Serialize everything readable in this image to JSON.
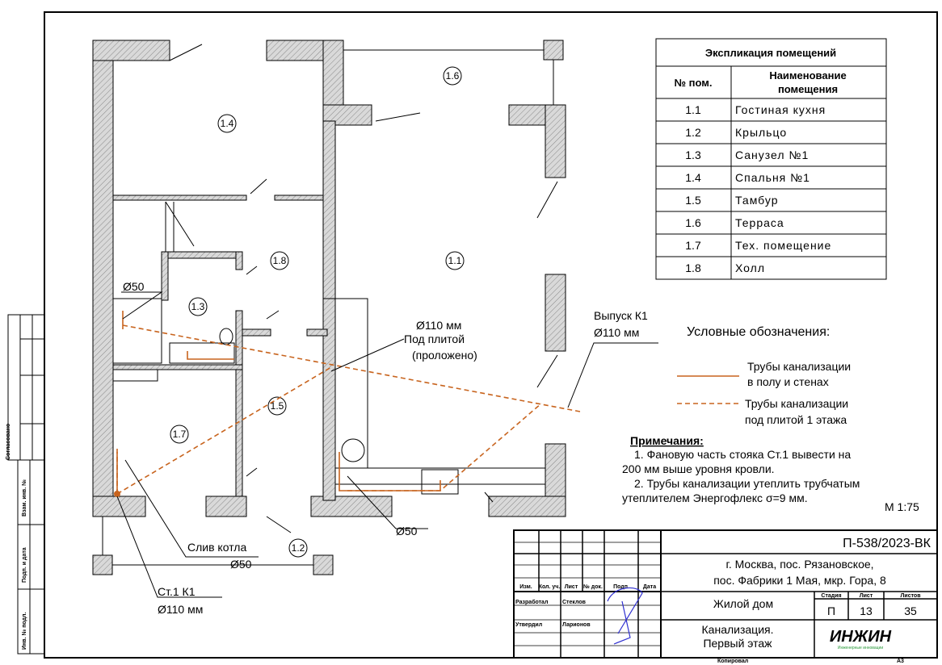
{
  "rooms_table": {
    "title": "Экспликация помещений",
    "col_num": "№ пом.",
    "col_name_1": "Наименование",
    "col_name_2": "помещения",
    "rows": [
      {
        "num": "1.1",
        "name": "Гостиная кухня"
      },
      {
        "num": "1.2",
        "name": "Крыльцо"
      },
      {
        "num": "1.3",
        "name": "Санузел №1"
      },
      {
        "num": "1.4",
        "name": "Спальня №1"
      },
      {
        "num": "1.5",
        "name": "Тамбур"
      },
      {
        "num": "1.6",
        "name": "Терраса"
      },
      {
        "num": "1.7",
        "name": "Тех. помещение"
      },
      {
        "num": "1.8",
        "name": "Холл"
      }
    ]
  },
  "plan": {
    "room_labels": [
      "1.1",
      "1.2",
      "1.3",
      "1.4",
      "1.5",
      "1.6",
      "1.7",
      "1.8"
    ],
    "d50_top": "Ø50",
    "d50_bottom": "Ø50",
    "pipe_label_1": "Ø110 мм",
    "pipe_label_2": "Под плитой",
    "pipe_label_3": "(проложено)",
    "outlet_1": "Выпуск К1",
    "outlet_2": "Ø110 мм",
    "drain_1": "Слив котла",
    "drain_2": "Ø50",
    "riser_1": "Ст.1  К1",
    "riser_2": "Ø110 мм"
  },
  "legend": {
    "title": "Условные обозначения:",
    "item1_a": "Трубы канализации",
    "item1_b": "в полу и стенах",
    "item2_a": "Трубы канализации",
    "item2_b": "под плитой 1 этажа",
    "pipe_color": "#c8641e"
  },
  "notes": {
    "title": "Примечания:",
    "n1_a": "1.    Фановую часть стояка Ст.1   вывести на",
    "n1_b": "200 мм выше уровня кровли.",
    "n2_a": "2.    Трубы канализации утеплить трубчатым",
    "n2_b": "утеплителем Энергофлекс σ=9 мм.",
    "scale": "М 1:75"
  },
  "title_block": {
    "code": "П-538/2023-ВК",
    "address_1": "г. Москва, пос. Рязановское,",
    "address_2": "пос. Фабрики 1 Мая, мкр. Гора, 8",
    "object": "Жилой дом",
    "sheet_title_1": "Канализация.",
    "sheet_title_2": "Первый этаж",
    "stage_label": "Стадия",
    "sheet_label": "Лист",
    "sheets_label": "Листов",
    "stage": "П",
    "sheet": "13",
    "sheets": "35",
    "cols": [
      "Изм.",
      "Кол. уч.",
      "Лист",
      "№ док.",
      "Подп.",
      "Дата"
    ],
    "developed_label": "Разработал",
    "developed_name": "Стеклов",
    "approved_label": "Утвердил",
    "approved_name": "Ларионов",
    "logo": "ИНЖИН",
    "logo_sub": "Инженерные инновации",
    "copied": "Копировал",
    "format": "А3"
  },
  "side_stamps": {
    "agreed": "Согласовано",
    "inv_replace": "Взам. инв. №",
    "sign_date": "Подп. и дата",
    "inv_orig": "Инв. № подл."
  }
}
